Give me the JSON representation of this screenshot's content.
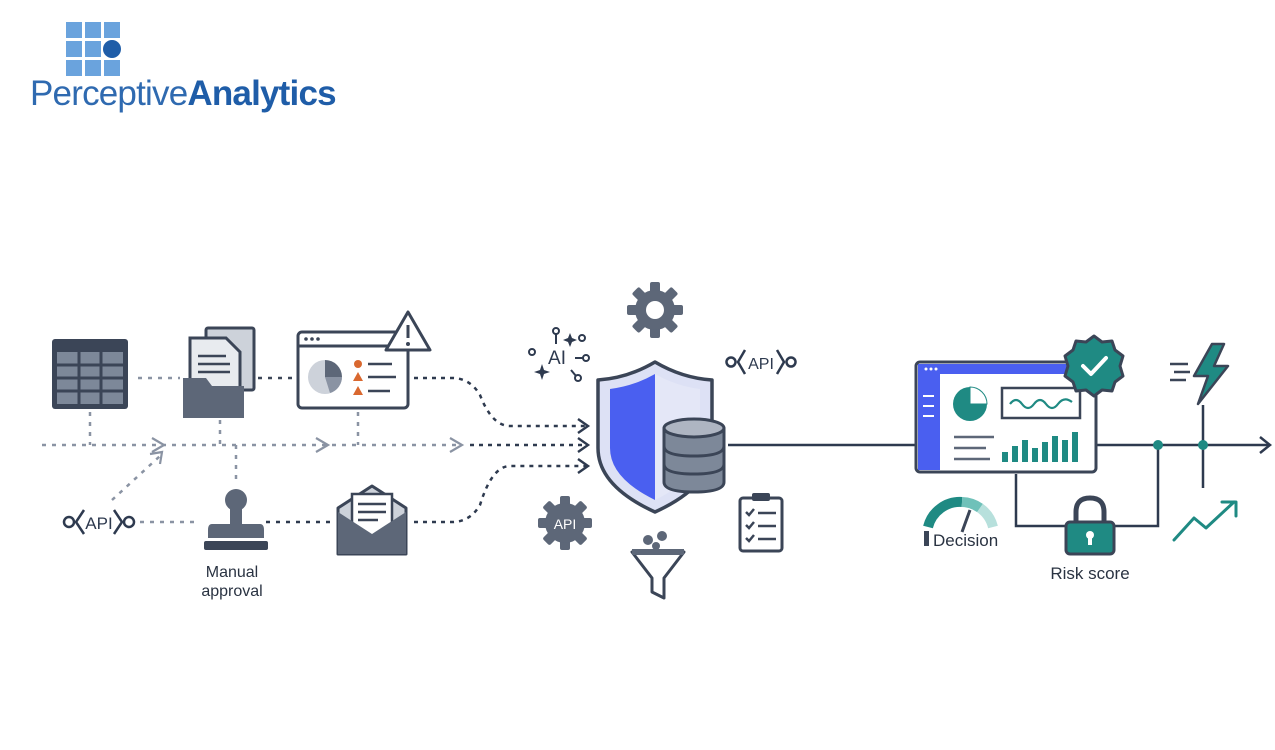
{
  "logo": {
    "light": "Perceptive",
    "bold": "Analytics"
  },
  "labels": {
    "manual_approval_line1": "Manual",
    "manual_approval_line2": "approval",
    "decision": "Decision",
    "risk_score": "Risk score",
    "api_left": "API",
    "api_top": "API",
    "api_gear": "API",
    "ai": "AI"
  },
  "colors": {
    "navy": "#3b4557",
    "gray": "#8a93a3",
    "blue": "#4a5ff0",
    "teal": "#1f8a83",
    "warning": "#d9682f"
  },
  "icons": [
    "spreadsheet-icon",
    "folder-documents-icon",
    "dashboard-warning-icon",
    "api-connector-icon",
    "stamp-icon",
    "envelope-icon",
    "ai-sparkle-icon",
    "gear-icon",
    "api-gear-icon",
    "shield-database-icon",
    "funnel-icon",
    "checklist-icon",
    "analytics-dashboard-icon",
    "checkmark-badge-icon",
    "gauge-icon",
    "lock-icon",
    "lightning-icon",
    "trend-up-icon"
  ]
}
